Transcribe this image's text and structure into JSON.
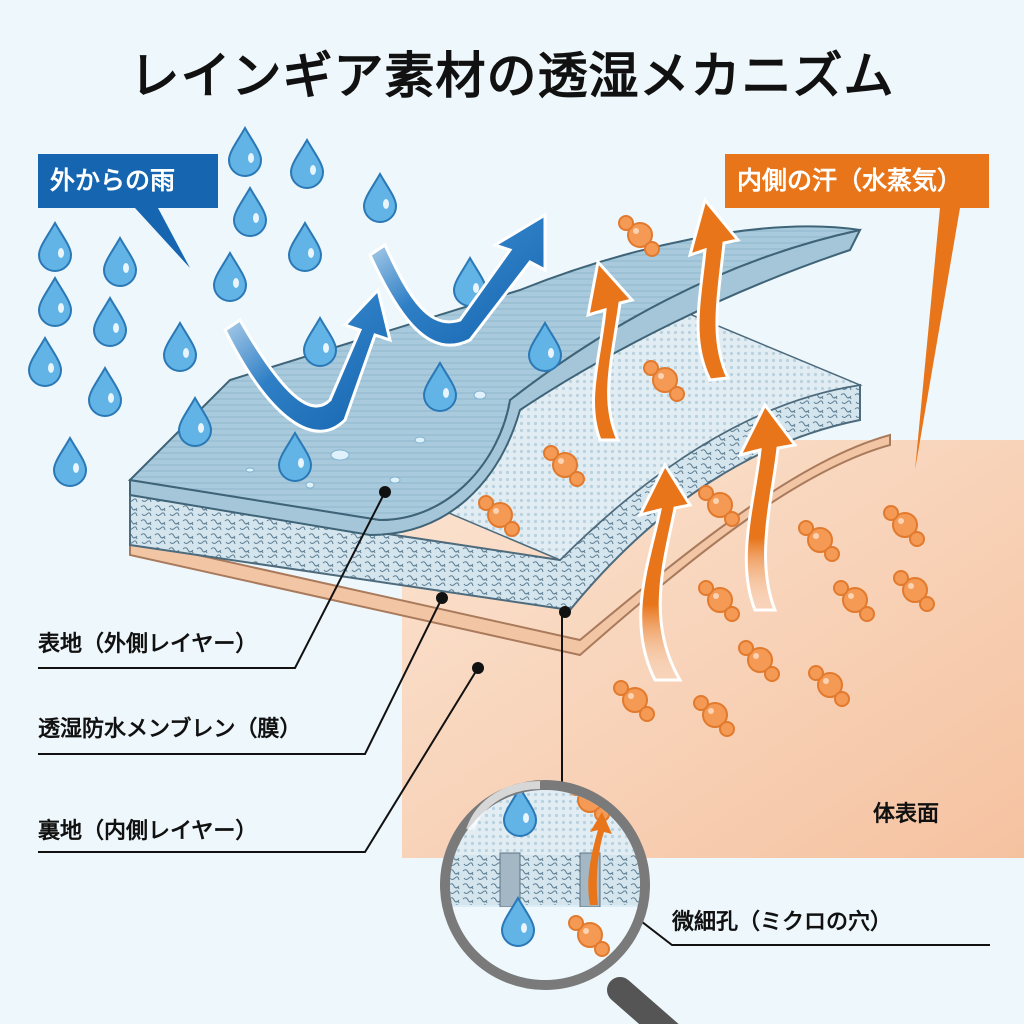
{
  "title": "レインギア素材の透湿メカニズム",
  "callouts": {
    "rain": "外からの雨",
    "sweat": "内側の汗（水蒸気）"
  },
  "layer_labels": {
    "outer": "表地（外側レイヤー）",
    "membrane": "透湿防水メンブレン（膜）",
    "inner": "裏地（内側レイヤー）"
  },
  "region_labels": {
    "skin": "体表面",
    "pore": "微細孔（ミクロの穴）"
  },
  "colors": {
    "background": "#eef7fb",
    "rain_blue": "#1565b0",
    "drop_blue": "#5aaee0",
    "sweat_orange": "#e8751a",
    "molecule_orange": "#f29a55",
    "skin": "#f8d6bd",
    "outer_layer": "#9cc3d8",
    "membrane": "#c9dde8",
    "inner_layer": "#efc4a3"
  },
  "icons": [
    "raindrop-icon",
    "water-vapor-molecule-icon",
    "deflect-arrow-icon",
    "vapor-arrow-icon",
    "magnifier-icon"
  ]
}
